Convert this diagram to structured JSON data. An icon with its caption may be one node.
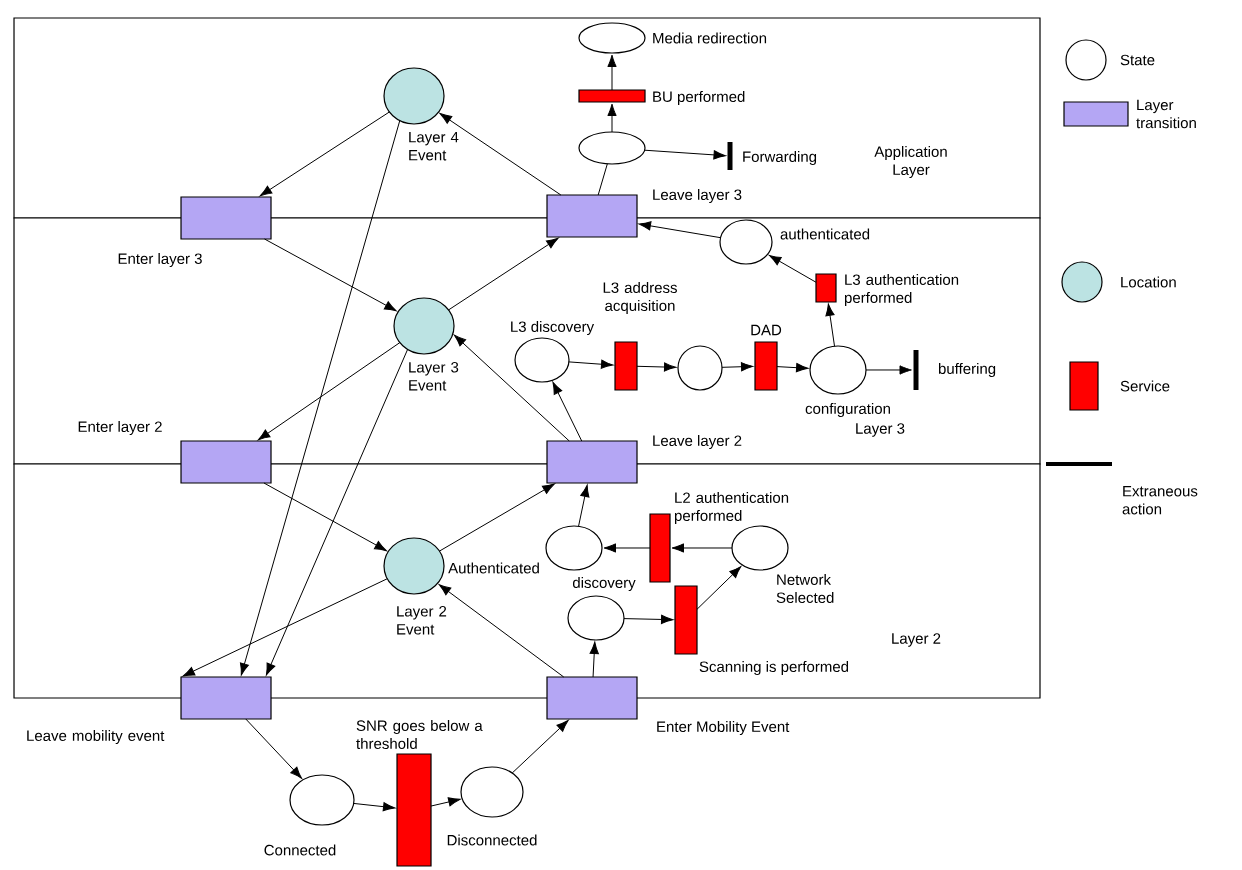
{
  "diagram": {
    "nodes": [
      {
        "text": [
          "Application Layer"
        ]
      },
      {
        "text": [
          "Layer 3"
        ]
      },
      {
        "text": [
          "Layer 2"
        ]
      },
      {
        "text": [],
        "shape": "circle",
        "in": 0,
        "beside": [
          "Layer 4 Event"
        ]
      },
      {
        "text": [],
        "shape": "ellipse",
        "in": 0,
        "beside": [
          "Media redirection"
        ]
      },
      {
        "text": [],
        "shape": "bar",
        "in": 0,
        "beside": [
          "BU performed"
        ]
      },
      {
        "text": [],
        "shape": "ellipse",
        "in": 0
      },
      {
        "text": [],
        "shape": "bar",
        "in": 0,
        "beside": [
          "Forwarding"
        ]
      },
      {
        "text": [],
        "shape": "box",
        "beside": [
          "Enter layer 3"
        ]
      },
      {
        "text": [],
        "shape": "box",
        "beside": [
          "Leave layer 3"
        ]
      },
      {
        "text": [],
        "shape": "ellipse",
        "in": 1,
        "beside": [
          "authenticated"
        ]
      },
      {
        "text": [],
        "shape": "bar",
        "in": 1,
        "beside": [
          "L3 authentication performed"
        ]
      },
      {
        "text": [],
        "shape": "circle",
        "in": 1,
        "beside": [
          "Layer 3 Event"
        ]
      },
      {
        "text": [],
        "shape": "ellipse",
        "in": 1,
        "beside": [
          "L3 discovery"
        ]
      },
      {
        "text": [],
        "shape": "bar",
        "in": 1,
        "beside": [
          "L3 address acquisition"
        ]
      },
      {
        "text": [],
        "shape": "ellipse",
        "in": 1
      },
      {
        "text": [],
        "shape": "bar",
        "in": 1,
        "beside": [
          "DAD"
        ]
      },
      {
        "text": [],
        "shape": "ellipse",
        "in": 1,
        "beside": [
          "configuration"
        ]
      },
      {
        "text": [],
        "shape": "bar",
        "in": 1,
        "beside": [
          "buffering"
        ]
      },
      {
        "text": [],
        "shape": "box",
        "beside": [
          "Enter layer 2"
        ]
      },
      {
        "text": [],
        "shape": "box",
        "beside": [
          "Leave layer 2"
        ]
      },
      {
        "text": [],
        "shape": "ellipse",
        "in": 2,
        "beside": [
          "Authenticated"
        ]
      },
      {
        "text": [],
        "shape": "bar",
        "in": 2,
        "beside": [
          "L2 authentication performed"
        ]
      },
      {
        "text": [],
        "shape": "ellipse",
        "in": 2,
        "beside": [
          "Network Selected"
        ]
      },
      {
        "text": [],
        "shape": "circle",
        "in": 2,
        "beside": [
          "Layer 2 Event"
        ]
      },
      {
        "text": [],
        "shape": "ellipse",
        "in": 2,
        "beside": [
          "discovery"
        ]
      },
      {
        "text": [],
        "shape": "bar",
        "in": 2,
        "beside": [
          "Scanning is performed"
        ]
      },
      {
        "text": [],
        "shape": "box",
        "beside": [
          "Leave mobility event"
        ]
      },
      {
        "text": [],
        "shape": "box",
        "beside": [
          "Enter Mobility Event"
        ]
      },
      {
        "text": [],
        "shape": "ellipse",
        "beside": [
          "Connected"
        ]
      },
      {
        "text": [],
        "shape": "bar",
        "beside": [
          "SNR goes below a threshold"
        ]
      },
      {
        "text": [],
        "shape": "ellipse",
        "beside": [
          "Disconnected"
        ]
      }
    ],
    "edges": [
      {
        "from": 9,
        "to": 3,
        "arrow": "to"
      },
      {
        "from": 3,
        "to": 8,
        "arrow": "to"
      },
      {
        "from": 8,
        "to": 12,
        "arrow": "to"
      },
      {
        "from": 12,
        "to": 9,
        "arrow": "to"
      },
      {
        "from": 12,
        "to": 19,
        "arrow": "to"
      },
      {
        "from": 20,
        "to": 12,
        "arrow": "to"
      },
      {
        "from": 3,
        "to": 27,
        "arrow": "to"
      },
      {
        "from": 12,
        "to": 27,
        "arrow": "to"
      },
      {
        "from": 24,
        "to": 27,
        "arrow": "to"
      },
      {
        "from": 19,
        "to": 24,
        "arrow": "to"
      },
      {
        "from": 24,
        "to": 20,
        "arrow": "to"
      },
      {
        "from": 28,
        "to": 24,
        "arrow": "to"
      },
      {
        "from": 27,
        "to": 29,
        "arrow": "to"
      },
      {
        "from": 29,
        "to": 30,
        "arrow": "to"
      },
      {
        "from": 30,
        "to": 31,
        "arrow": "to"
      },
      {
        "from": 31,
        "to": 28,
        "arrow": "to"
      },
      {
        "from": 28,
        "to": 25,
        "arrow": "to"
      },
      {
        "from": 25,
        "to": 26,
        "arrow": "to"
      },
      {
        "from": 26,
        "to": 23,
        "arrow": "to"
      },
      {
        "from": 23,
        "to": 22,
        "arrow": "to"
      },
      {
        "from": 22,
        "to": 21,
        "arrow": "to"
      },
      {
        "from": 21,
        "to": 20,
        "arrow": "to"
      },
      {
        "from": 20,
        "to": 13,
        "arrow": "to"
      },
      {
        "from": 13,
        "to": 14,
        "arrow": "to"
      },
      {
        "from": 14,
        "to": 15,
        "arrow": "to"
      },
      {
        "from": 15,
        "to": 16,
        "arrow": "to"
      },
      {
        "from": 16,
        "to": 17,
        "arrow": "to"
      },
      {
        "from": 17,
        "to": 18,
        "arrow": "to"
      },
      {
        "from": 17,
        "to": 11,
        "arrow": "to"
      },
      {
        "from": 11,
        "to": 10,
        "arrow": "to"
      },
      {
        "from": 10,
        "to": 9,
        "arrow": "to"
      },
      {
        "from": 9,
        "to": 6,
        "arrow": "none"
      },
      {
        "from": 6,
        "to": 7,
        "arrow": "to"
      },
      {
        "from": 6,
        "to": 5,
        "arrow": "to"
      },
      {
        "from": 5,
        "to": 4,
        "arrow": "to"
      }
    ],
    "legend": [
      {
        "text": "State"
      },
      {
        "text": "Layer transition",
        "color": "#b4a6f4"
      },
      {
        "text": "Location",
        "color": "#bce3e3"
      },
      {
        "text": "Service",
        "color": "#ff0000"
      },
      {
        "text": "Extraneous action"
      }
    ]
  }
}
